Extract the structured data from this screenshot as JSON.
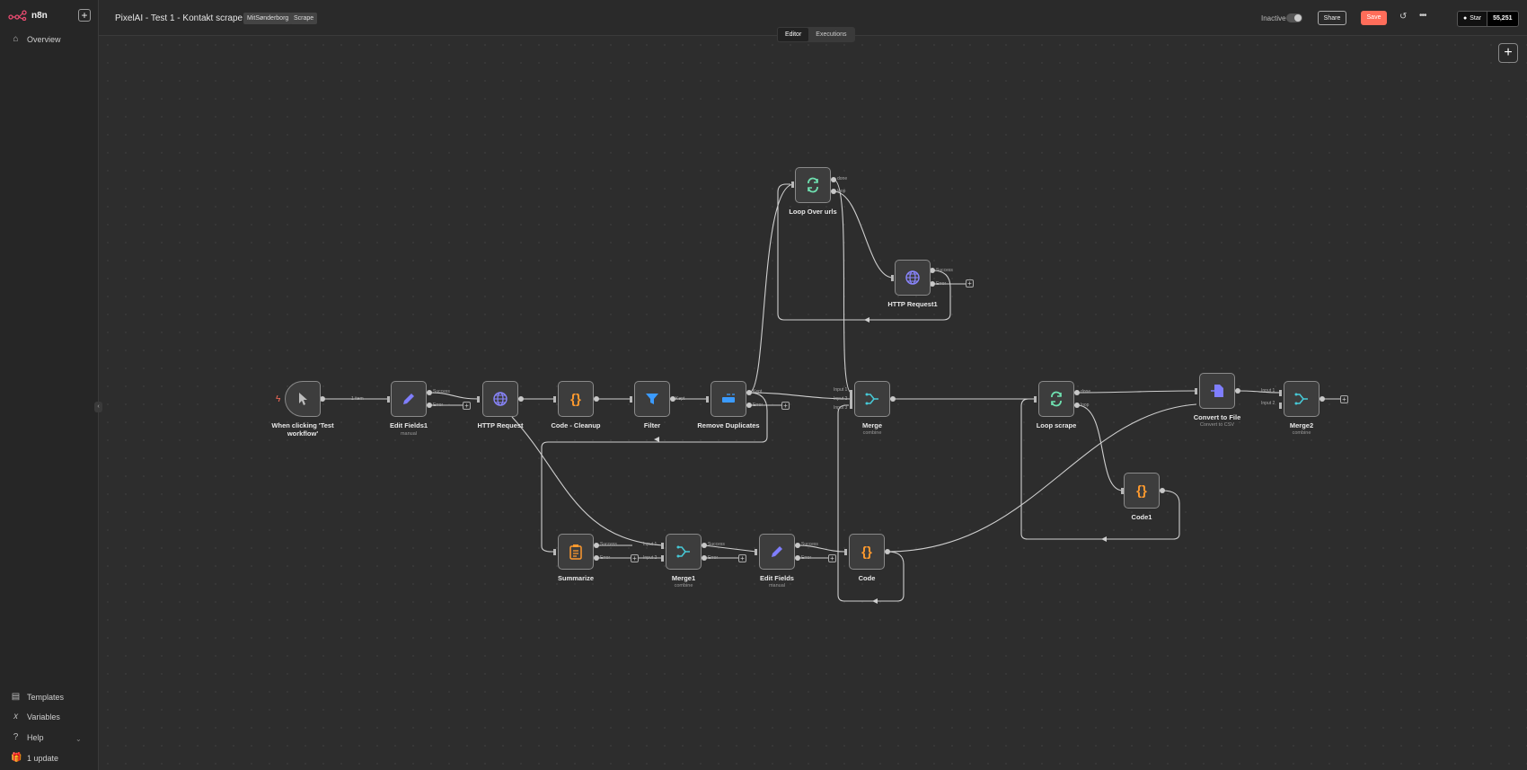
{
  "app": {
    "logo_text": "n8n"
  },
  "sidebar": {
    "items": [
      {
        "label": "Overview",
        "icon": "home-icon"
      },
      {
        "label": "Templates",
        "icon": "templates-icon"
      },
      {
        "label": "Variables",
        "icon": "variables-icon"
      },
      {
        "label": "Help",
        "icon": "help-icon"
      },
      {
        "label": "1 update",
        "icon": "gift-icon"
      }
    ]
  },
  "topbar": {
    "workflow_title": "PixelAI - Test 1 - Kontakt scrape",
    "tags": [
      "MitSønderborg",
      "Scrape"
    ],
    "status_label": "Inactive",
    "share_label": "Share",
    "save_label": "Save",
    "github_star_label": "Star",
    "github_star_count": "55,251"
  },
  "tabs": [
    {
      "label": "Editor",
      "active": true
    },
    {
      "label": "Executions",
      "active": false
    }
  ],
  "nodes": [
    {
      "id": "trigger",
      "label": "When clicking 'Test workflow'",
      "sub": "",
      "icon": "pointer-icon"
    },
    {
      "id": "editfields1",
      "label": "Edit Fields1",
      "sub": "manual",
      "icon": "pencil-icon"
    },
    {
      "id": "http",
      "label": "HTTP Request",
      "sub": "",
      "icon": "globe-icon"
    },
    {
      "id": "cleanup",
      "label": "Code - Cleanup",
      "sub": "",
      "icon": "code-icon"
    },
    {
      "id": "filter",
      "label": "Filter",
      "sub": "",
      "icon": "filter-icon"
    },
    {
      "id": "dedupe",
      "label": "Remove Duplicates",
      "sub": "",
      "icon": "dedupe-icon"
    },
    {
      "id": "loopurls",
      "label": "Loop Over urls",
      "sub": "",
      "icon": "loop-icon"
    },
    {
      "id": "http1",
      "label": "HTTP Request1",
      "sub": "",
      "icon": "globe-icon"
    },
    {
      "id": "merge",
      "label": "Merge",
      "sub": "combine",
      "icon": "merge-icon"
    },
    {
      "id": "loopscrape",
      "label": "Loop scrape",
      "sub": "",
      "icon": "loop-icon"
    },
    {
      "id": "convert",
      "label": "Convert to File",
      "sub": "Convert to CSV",
      "icon": "file-icon"
    },
    {
      "id": "merge2",
      "label": "Merge2",
      "sub": "combine",
      "icon": "merge-icon"
    },
    {
      "id": "code1",
      "label": "Code1",
      "sub": "",
      "icon": "code-icon"
    },
    {
      "id": "summarize",
      "label": "Summarize",
      "sub": "",
      "icon": "summarize-icon"
    },
    {
      "id": "merge1",
      "label": "Merge1",
      "sub": "combine",
      "icon": "merge-icon"
    },
    {
      "id": "editfields",
      "label": "Edit Fields",
      "sub": "manual",
      "icon": "pencil-icon"
    },
    {
      "id": "code",
      "label": "Code",
      "sub": "",
      "icon": "code-icon"
    }
  ],
  "pin_labels": {
    "items": "1 item",
    "success": "Success",
    "error": "Error",
    "kept": "Kept",
    "done": "done",
    "loop": "loop",
    "input1": "Input 1",
    "input2": "Input 2",
    "input3": "Input 3"
  },
  "colors": {
    "accent": "#ff6d5a",
    "canvas": "#2d2d2d",
    "node_border": "#8a8a8a"
  }
}
